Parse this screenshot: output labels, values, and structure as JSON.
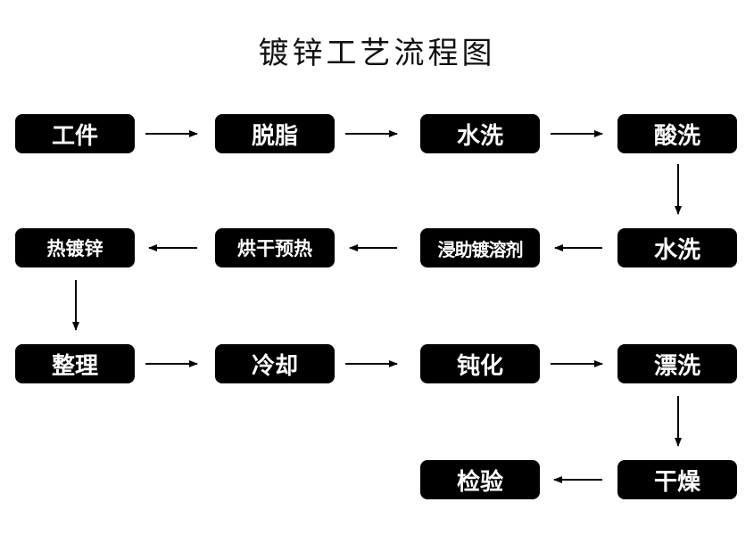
{
  "title": "镀锌工艺流程图",
  "steps": [
    {
      "id": "workpiece",
      "label": "工件"
    },
    {
      "id": "degreasing",
      "label": "脱脂"
    },
    {
      "id": "water-wash-1",
      "label": "水洗"
    },
    {
      "id": "pickling",
      "label": "酸洗"
    },
    {
      "id": "water-wash-2",
      "label": "水洗"
    },
    {
      "id": "flux-dip",
      "label": "浸助镀溶剂"
    },
    {
      "id": "drying-preheat",
      "label": "烘干预热"
    },
    {
      "id": "hot-dip-galvanizing",
      "label": "热镀锌"
    },
    {
      "id": "finishing",
      "label": "整理"
    },
    {
      "id": "cooling",
      "label": "冷却"
    },
    {
      "id": "passivation",
      "label": "钝化"
    },
    {
      "id": "rinsing",
      "label": "漂洗"
    },
    {
      "id": "drying",
      "label": "干燥"
    },
    {
      "id": "inspection",
      "label": "检验"
    }
  ],
  "colors": {
    "box": "#000000",
    "box_text": "#ffffff",
    "arrow": "#000000",
    "title": "#111111"
  }
}
